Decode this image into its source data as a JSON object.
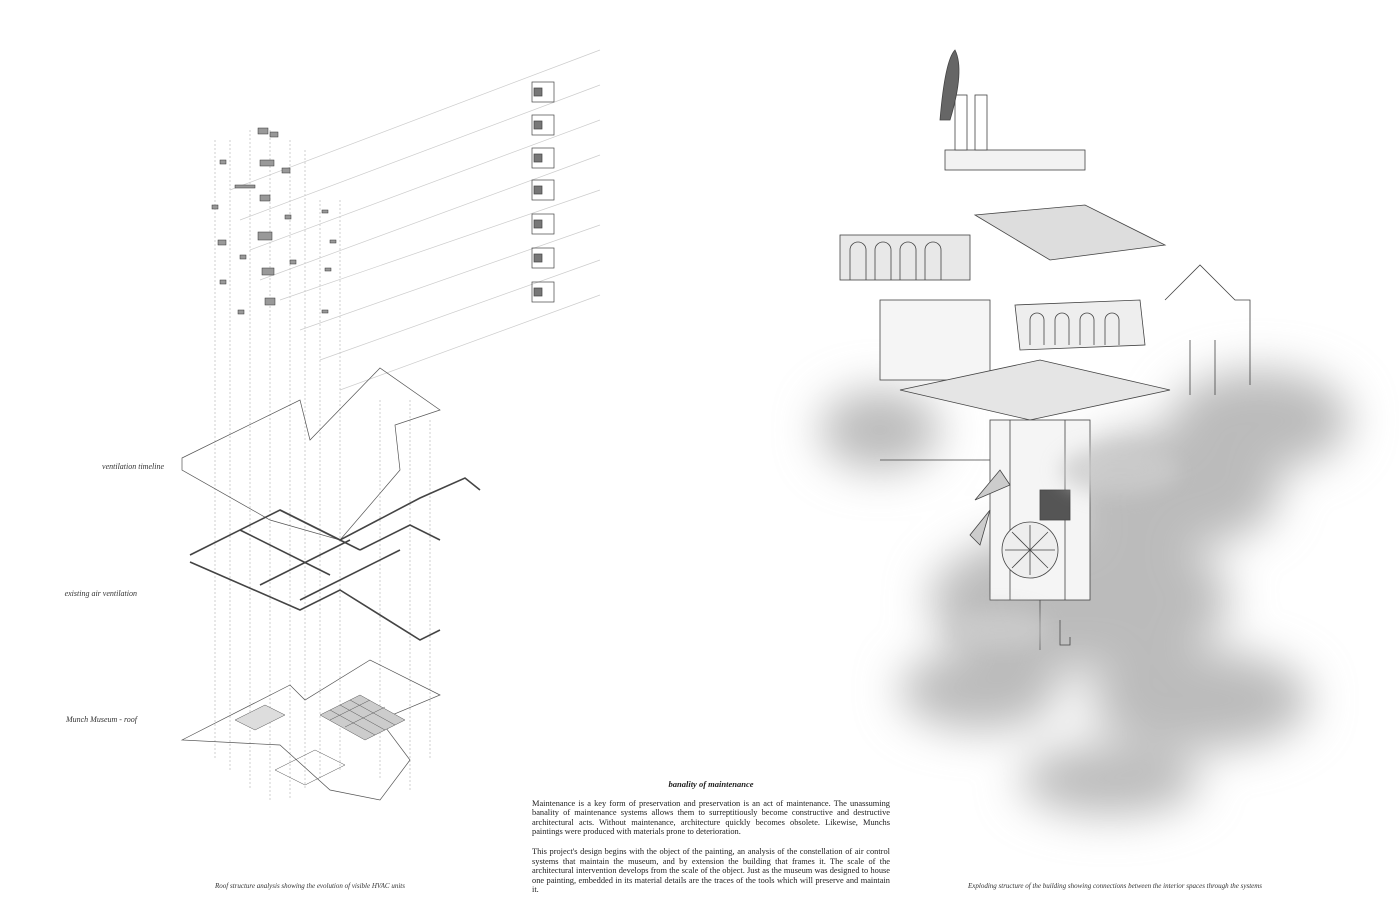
{
  "left_panel": {
    "labels": [
      "ventilation timeline",
      "existing air ventilation",
      "Munch Museum - roof"
    ],
    "caption": "Roof structure analysis showing the evolution of visible HVAC units"
  },
  "essay": {
    "title": "banality of maintenance",
    "paragraphs": [
      "Maintenance is a key form of preservation and preservation is an act of maintenance. The unassuming banality of maintenance systems allows them to surreptitiously become constructive and destructive architectural acts. Without maintenance, architecture quickly becomes obsolete. Likewise, Munchs paintings were produced with materials prone to deterioration.",
      "This project's design begins with the object of the painting, an analysis of the constellation of air control systems that maintain the museum, and by extension the building that frames it. The scale of the architectural intervention develops from the scale of the object. Just as the museum was designed to house one painting, embedded in its material details are the traces of the tools which will preserve and maintain it."
    ]
  },
  "right_panel": {
    "caption": "Exploding structure of the building showing connections between the interior spaces through the systems"
  }
}
